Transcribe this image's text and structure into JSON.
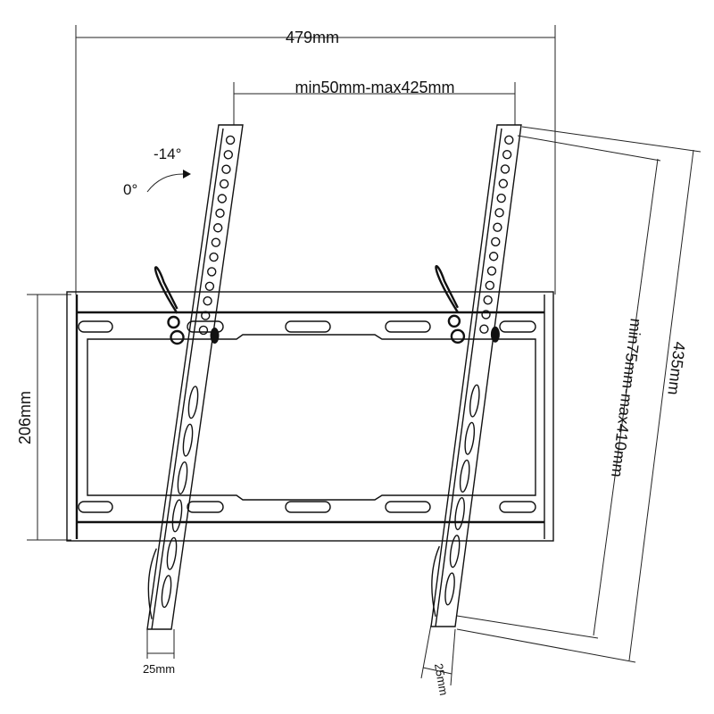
{
  "dimensions": {
    "overall_width": "479mm",
    "bracket_spacing": "min50mm-max425mm",
    "plate_height": "206mm",
    "bracket_length": "435mm",
    "vertical_hole_range": "min75mm-max410mm",
    "left_bracket_width": "25mm",
    "right_bracket_width": "25mm"
  },
  "tilt": {
    "angle_tilted": "-14°",
    "angle_zero": "0°"
  },
  "colors": {
    "line": "#111111",
    "background": "#ffffff"
  }
}
